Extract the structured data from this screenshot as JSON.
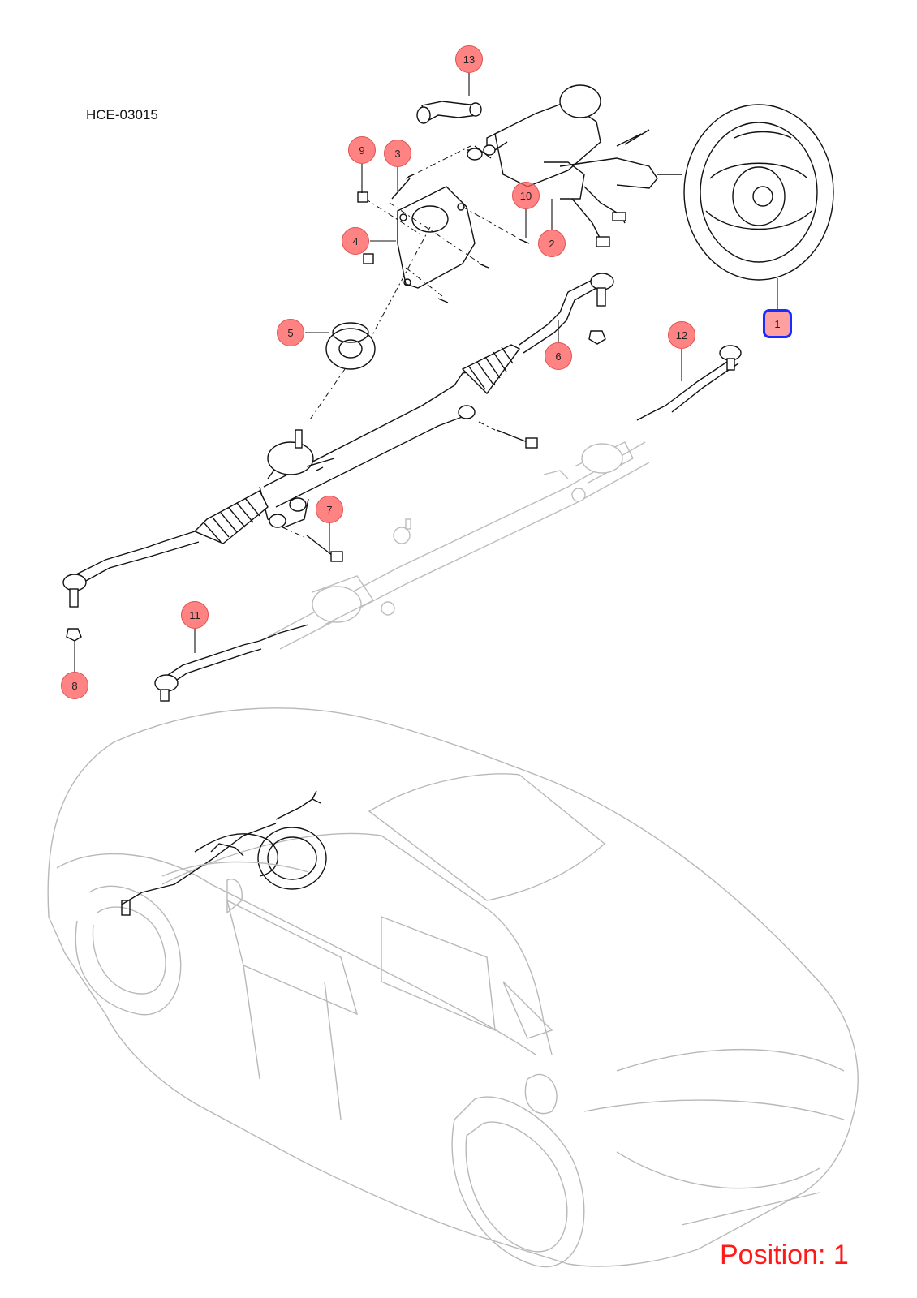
{
  "document_id": "HCE-03015",
  "position_label": "Position: 1",
  "highlight_color": "#1a2bff",
  "callout_color": "#ff5a5a",
  "selected_part": "1",
  "parts": [
    {
      "id": "part-1",
      "number": "1",
      "selected": true
    },
    {
      "id": "part-2",
      "number": "2"
    },
    {
      "id": "part-3",
      "number": "3"
    },
    {
      "id": "part-4",
      "number": "4"
    },
    {
      "id": "part-5",
      "number": "5"
    },
    {
      "id": "part-6",
      "number": "6"
    },
    {
      "id": "part-7",
      "number": "7"
    },
    {
      "id": "part-8",
      "number": "8"
    },
    {
      "id": "part-9",
      "number": "9"
    },
    {
      "id": "part-10",
      "number": "10"
    },
    {
      "id": "part-11",
      "number": "11"
    },
    {
      "id": "part-12",
      "number": "12"
    },
    {
      "id": "part-13",
      "number": "13"
    }
  ]
}
